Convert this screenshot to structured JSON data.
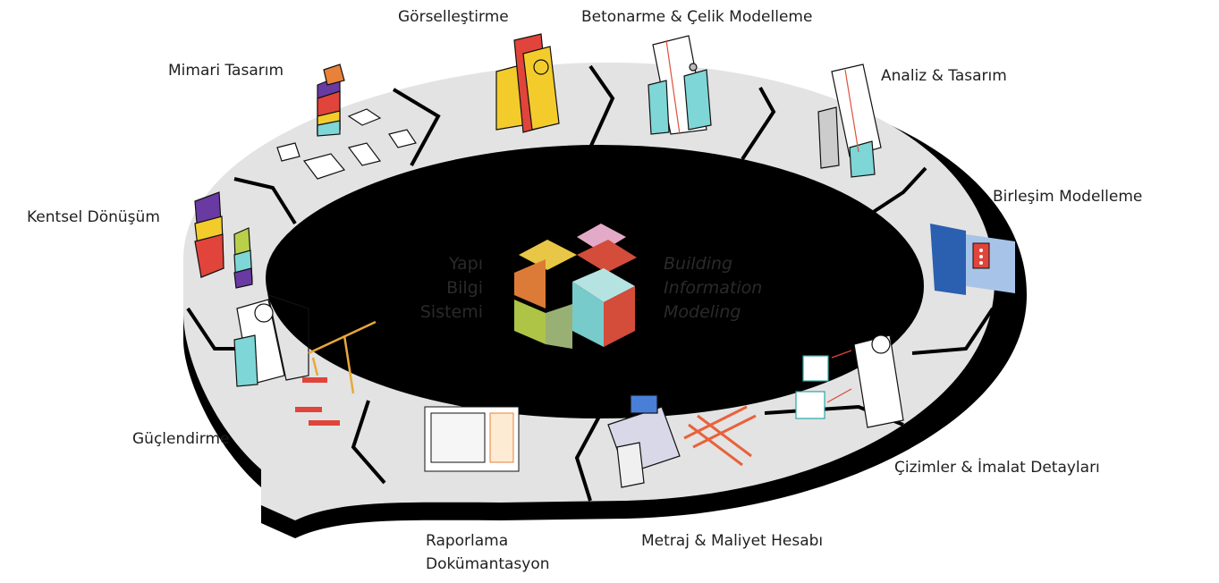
{
  "center": {
    "turkish_lines": [
      "Yapı",
      "Bilgi",
      "Sistemi"
    ],
    "english_lines": [
      "Building",
      "Information",
      "Modeling"
    ]
  },
  "stages": {
    "mimari": "Mimari Tasarım",
    "gorsel": "Görselleştirme",
    "betonarme": "Betonarme & Çelik Modelleme",
    "analiz": "Analiz & Tasarım",
    "birlesim": "Birleşim Modelleme",
    "cizimler": "Çizimler & İmalat Detayları",
    "metraj": "Metraj & Maliyet Hesabı",
    "raporlama_line1": "Raporlama",
    "raporlama_line2": "Dokümantasyon",
    "guclendirme": "Güçlendirme",
    "kentsel": "Kentsel Dönüşüm"
  },
  "colors": {
    "ring_top": "#e3e3e3",
    "ring_side": "#000000",
    "cube_yellow": "#f6d24a",
    "cube_orange": "#e8823a",
    "cube_pink": "#f0b4d2",
    "cube_red": "#e0513e",
    "cube_cyan": "#7fd6d6",
    "cube_green": "#b8cf4a"
  }
}
